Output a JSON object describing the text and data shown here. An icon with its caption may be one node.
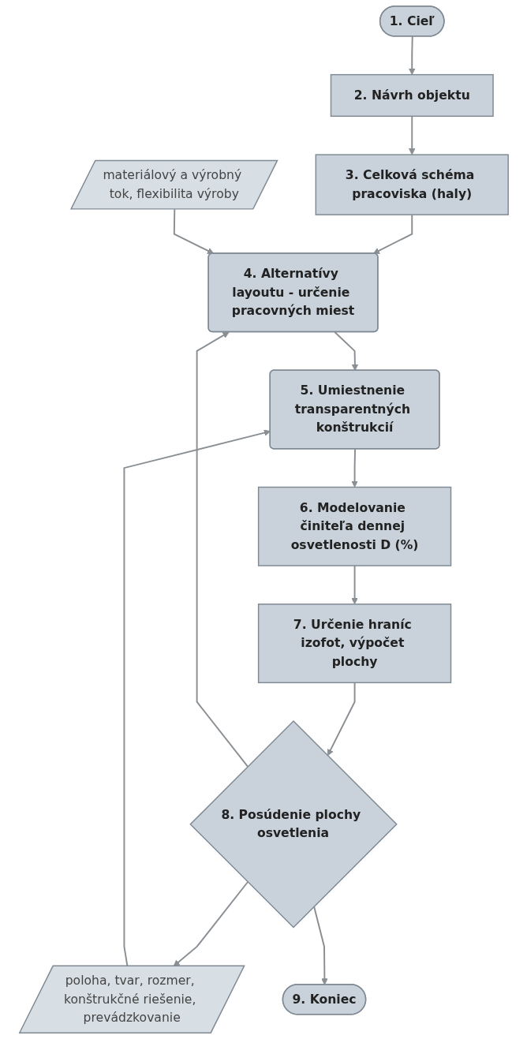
{
  "diagram": {
    "nodes": [
      {
        "text": [
          "1. Cieľ"
        ]
      },
      {
        "text": [
          "2. Návrh objektu"
        ]
      },
      {
        "text": [
          "3. Celková schéma pracoviska (haly)"
        ]
      },
      {
        "text": [
          "4. Alternatívy layoutu - určenie pracovných miest"
        ]
      },
      {
        "text": [
          "materiálový a výrobný tok, flexibilita výroby"
        ]
      },
      {
        "text": [
          "5. Umiestnenie transparentných konštrukcií"
        ]
      },
      {
        "text": [
          "poloha, tvar, rozmer, konštrukčné riešenie, prevádzkovanie"
        ]
      },
      {
        "text": [
          "6. Modelovanie činiteľa dennej osvetlenosti D (%)"
        ]
      },
      {
        "text": [
          "7. Určenie hraníc izofot, výpočet plochy"
        ]
      },
      {
        "text": [
          "8. Posúdenie plochy osvetlenia"
        ]
      },
      {
        "text": [
          "9. Koniec"
        ]
      }
    ],
    "edges": [
      {
        "from": 0,
        "to": 1,
        "arrow": "to"
      },
      {
        "from": 1,
        "to": 2,
        "arrow": "to"
      },
      {
        "from": 2,
        "to": 3,
        "arrow": "to"
      },
      {
        "from": 4,
        "to": 3,
        "arrow": "to"
      },
      {
        "from": 3,
        "to": 5,
        "arrow": "to"
      },
      {
        "from": 6,
        "to": 5,
        "arrow": "to"
      },
      {
        "from": 5,
        "to": 7,
        "arrow": "to"
      },
      {
        "from": 7,
        "to": 8,
        "arrow": "to"
      },
      {
        "from": 8,
        "to": 9,
        "arrow": "to"
      },
      {
        "from": 9,
        "to": 3,
        "arrow": "to"
      },
      {
        "from": 9,
        "to": 6,
        "arrow": "to"
      },
      {
        "from": 9,
        "to": 10,
        "arrow": "to"
      }
    ]
  }
}
